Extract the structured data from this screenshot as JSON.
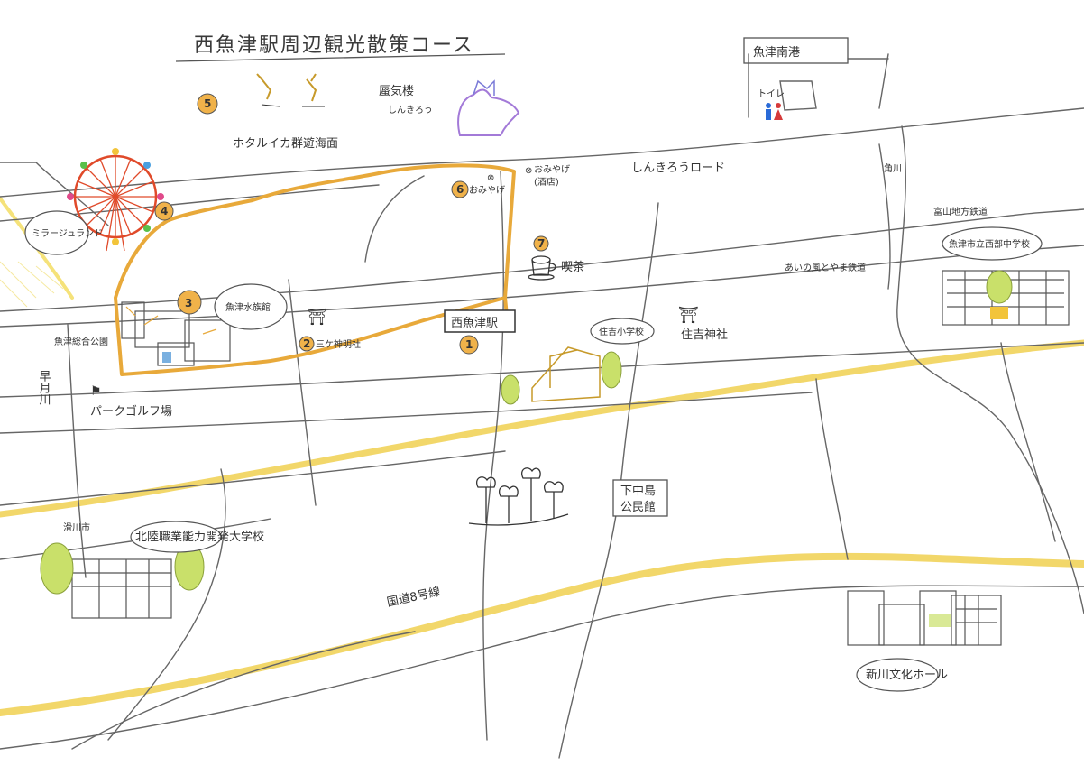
{
  "title": "西魚津駅周辺観光散策コース",
  "colors": {
    "route": "#e8a93a",
    "highway": "#f2d76a",
    "road": "#555555",
    "marker": "#f0b24a",
    "tree": "#c9e06a",
    "ferris": "#e04a2a"
  },
  "labels": {
    "port": "魚津南港",
    "toilet": "トイレ",
    "mirage_tower": "蜃気楼",
    "mirage_tower_reading": "しんきろう",
    "firefly_squid": "ホタルイカ群遊海面",
    "shinkiro_road": "しんきろうロード",
    "omiyage": "おみやげ",
    "omiyage2": "おみやげ",
    "omiyage_sub": "(酒店)",
    "cafe": "喫茶",
    "miragelands": "ミラージュランド",
    "aquarium": "魚津水族館",
    "shrine_mikkaichi": "三ケ神明社",
    "station": "西魚津駅",
    "general_park": "魚津総合公園",
    "park_golf": "パークゴルフ場",
    "river_haya": "早月川",
    "namerikawa": "滑川市",
    "toyama_railway": "富山地方鉄道",
    "ainokaze": "あいの風とやま鉄道",
    "sumiyoshi_school": "住吉小学校",
    "sumiyoshi_shrine": "住吉神社",
    "nishibu_school": "魚津市立西部中学校",
    "kakuri": "角川",
    "shimonakajima_1": "下中島",
    "shimonakajima_2": "公民館",
    "hokuriku_school": "北陸職業能力開発大学校",
    "route8": "国道8号線",
    "shinkawa_hall": "新川文化ホール"
  },
  "markers": [
    "1",
    "2",
    "3",
    "4",
    "5",
    "6",
    "7"
  ]
}
